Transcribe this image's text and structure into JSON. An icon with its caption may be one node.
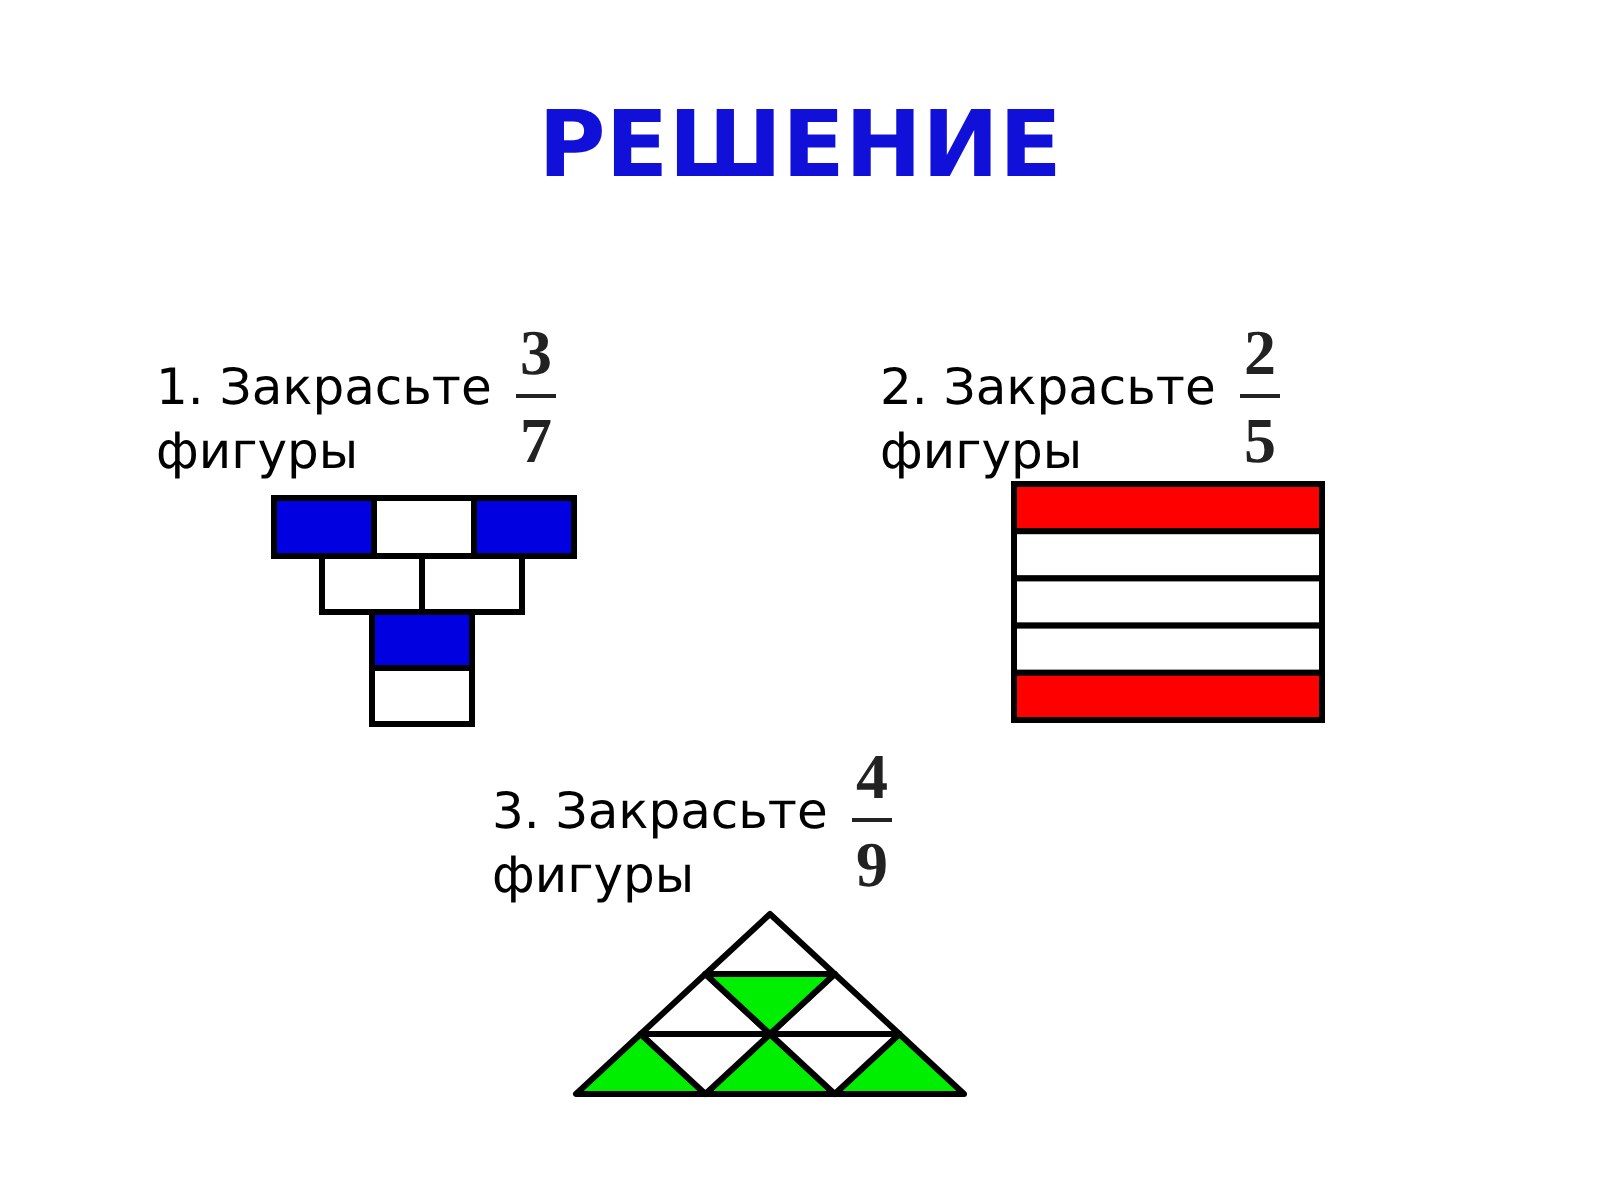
{
  "diagram": {
    "title": "РЕШЕНИЕ",
    "labels": [
      "1. Закрасьте фигуры",
      "3",
      "7",
      "2. Закрасьте фигуры",
      "2",
      "5",
      "3. Закрасьте фигуры",
      "4",
      "9"
    ]
  }
}
